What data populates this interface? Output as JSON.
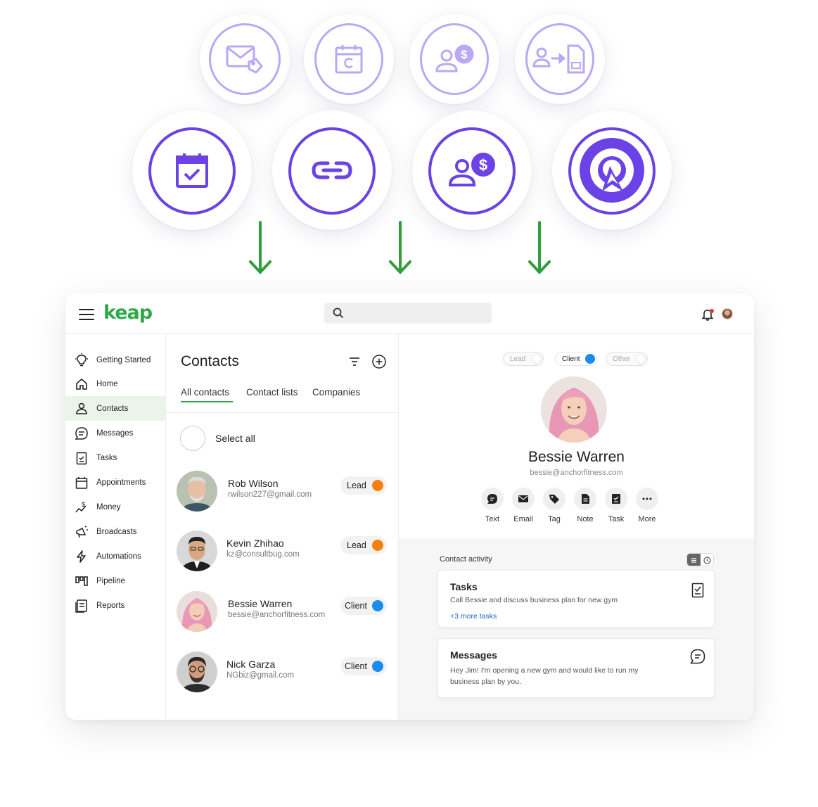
{
  "integrations": {
    "top_row": [
      "email-tag-icon",
      "calendar-c-icon",
      "contact-money-icon",
      "contact-to-document-icon"
    ],
    "bottom_row": [
      "calendar-check-icon",
      "link-icon",
      "contact-money-icon",
      "q-logo-icon"
    ],
    "accent_color": "#6a42e6",
    "faded_color": "#b9a8f4",
    "arrow_color": "#2f9e3a"
  },
  "app": {
    "logo": "keap",
    "brand_color": "#2fa84a",
    "search": {
      "placeholder": ""
    }
  },
  "sidebar": {
    "items": [
      {
        "label": "Getting Started",
        "icon": "lightbulb-icon"
      },
      {
        "label": "Home",
        "icon": "home-icon"
      },
      {
        "label": "Contacts",
        "icon": "person-icon",
        "active": true
      },
      {
        "label": "Messages",
        "icon": "chat-icon"
      },
      {
        "label": "Tasks",
        "icon": "clipboard-check-icon"
      },
      {
        "label": "Appointments",
        "icon": "calendar-icon"
      },
      {
        "label": "Money",
        "icon": "money-icon"
      },
      {
        "label": "Broadcasts",
        "icon": "megaphone-icon"
      },
      {
        "label": "Automations",
        "icon": "lightning-icon"
      },
      {
        "label": "Pipeline",
        "icon": "pipeline-icon"
      },
      {
        "label": "Reports",
        "icon": "report-icon"
      }
    ]
  },
  "contacts": {
    "title": "Contacts",
    "tabs": [
      "All contacts",
      "Contact lists",
      "Companies"
    ],
    "select_all": "Select all",
    "rows": [
      {
        "name": "Rob Wilson",
        "email": "rwilson227@gmail.com",
        "status": "Lead",
        "status_color": "#f5800c"
      },
      {
        "name": "Kevin Zhihao",
        "email": "kz@consultbug.com",
        "status": "Lead",
        "status_color": "#f5800c"
      },
      {
        "name": "Bessie Warren",
        "email": "bessie@anchorfitness.com",
        "status": "Client",
        "status_color": "#1a8cf0"
      },
      {
        "name": "Nick Garza",
        "email": "NGbiz@gmail.com",
        "status": "Client",
        "status_color": "#1a8cf0"
      }
    ]
  },
  "detail": {
    "status_options": [
      {
        "label": "Lead",
        "selected": false
      },
      {
        "label": "Client",
        "selected": true
      },
      {
        "label": "Other",
        "selected": false
      }
    ],
    "name": "Bessie Warren",
    "email": "bessie@anchorfitness.com",
    "actions": [
      "Text",
      "Email",
      "Tag",
      "Note",
      "Task",
      "More"
    ],
    "activity": {
      "title": "Contact activity",
      "tasks": {
        "title": "Tasks",
        "body": "Call Bessie and discuss business plan for new gym",
        "link": "+3 more tasks"
      },
      "messages": {
        "title": "Messages",
        "body_line1": "Hey Jim! I'm opening a new gym and would like to run my",
        "body_line2": "business plan by you."
      }
    }
  }
}
